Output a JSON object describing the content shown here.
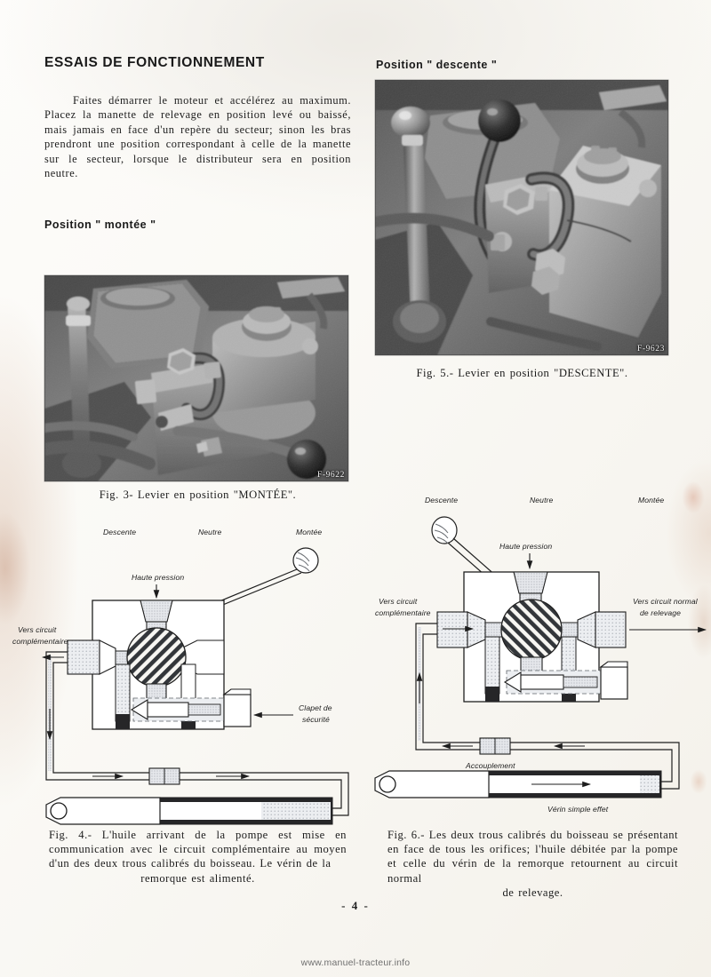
{
  "document": {
    "page_number": "- 4 -",
    "watermark": "www.manuel-tracteur.info"
  },
  "section": {
    "heading": "ESSAIS DE FONCTIONNEMENT",
    "paragraph": "Faites démarrer le moteur et accélérez au maximum. Placez la manette de relevage en position levé ou baissé, mais jamais en face d'un repère du secteur; sinon les bras prendront une position correspondant à celle de la manette sur le secteur, lorsque le distributeur sera en position neutre."
  },
  "left_column": {
    "subheading": "Position \" montée \"",
    "photo": {
      "name": "photo-levier-montee",
      "reference_code": "F-9622",
      "alt": "Photographie du levier de distributeur hydraulique en position montée"
    },
    "figure_caption": "Fig. 3- Levier en position \"MONTÉE\".",
    "diagram": {
      "name": "schema-distributeur-montee",
      "labels": {
        "descente": "Descente",
        "neutre": "Neutre",
        "montee": "Montée",
        "haute_pression": "Haute pression",
        "vers_circuit_l1": "Vers circuit",
        "vers_circuit_l2": "complémentaire",
        "clapet_l1": "Clapet de",
        "clapet_l2": "sécurité"
      }
    },
    "figure_caption_4": {
      "lines": [
        "Fig. 4.- L'huile arrivant de la pompe est",
        "mise en communication avec le circuit",
        "complémentaire au moyen d'un des deux",
        "trous calibrés du boisseau. Le vérin de la",
        "remorque est alimenté."
      ]
    }
  },
  "right_column": {
    "subheading": "Position \" descente \"",
    "photo": {
      "name": "photo-levier-descente",
      "reference_code": "F-9623",
      "alt": "Photographie du levier de distributeur hydraulique en position descente"
    },
    "figure_caption": "Fig. 5.- Levier en position \"DESCENTE\".",
    "diagram": {
      "name": "schema-distributeur-descente",
      "labels": {
        "descente": "Descente",
        "neutre": "Neutre",
        "montee": "Montée",
        "haute_pression": "Haute pression",
        "vers_circuit_l1": "Vers circuit",
        "vers_circuit_l2": "complémentaire",
        "vers_normal_l1": "Vers circuit normal",
        "vers_normal_l2": "de relevage",
        "accouplement": "Accouplement",
        "verin": "Vérin simple effet"
      }
    },
    "figure_caption_6": {
      "lines": [
        "Fig. 6.- Les deux trous calibrés du boisseau",
        "se présentant en face de tous les orifices;",
        "l'huile débitée par la pompe et celle du vérin",
        "de la remorque retournent au circuit normal",
        "de relevage."
      ]
    }
  },
  "colors": {
    "ink": "#1c1c1c",
    "paper": "#f9f7f2",
    "hatch_dark": "#3a3a3a",
    "fill_light": "#c9cdd4",
    "fill_mid": "#9aa0a8",
    "fill_black": "#2b2b2b"
  }
}
